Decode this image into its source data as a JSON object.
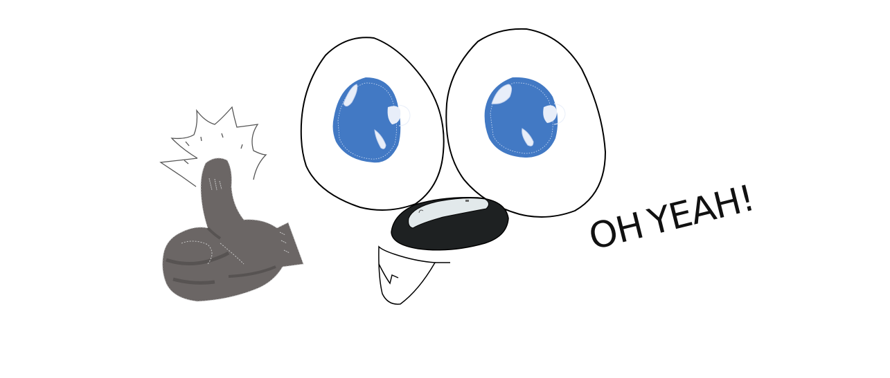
{
  "scene": {
    "description": "Cartoon face with big blue eyes, open smiling mouth, a thumbs-up glove and exclamation text",
    "background_color": "#ffffff"
  },
  "caption": {
    "word1": "OH",
    "word2": "YEAH!",
    "color": "#111111"
  },
  "colors": {
    "iris": "#4279c4",
    "highlight": "#e8eef9",
    "outline": "#000000",
    "mouth": "#1e2122",
    "tongue": "#e2e9eb",
    "glove": "#6b6665",
    "glove_shadow": "#575352",
    "burst": "#555555"
  }
}
